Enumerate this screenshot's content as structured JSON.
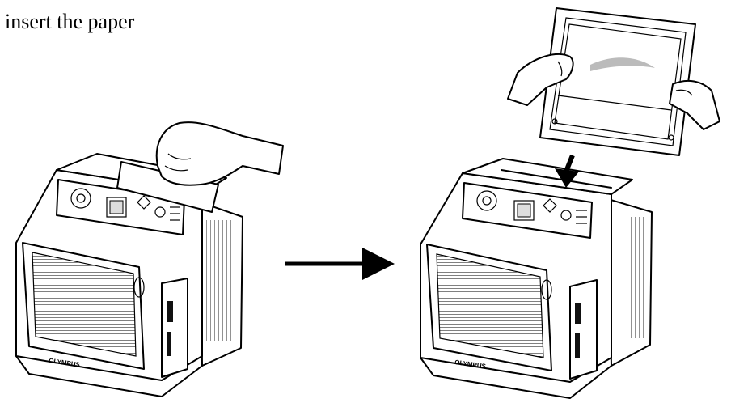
{
  "caption": {
    "text": "insert the paper"
  },
  "figure": {
    "left_scene": {
      "brand_text": "OLYMPUS"
    },
    "right_scene": {
      "brand_text": "OLYMPUS"
    }
  }
}
